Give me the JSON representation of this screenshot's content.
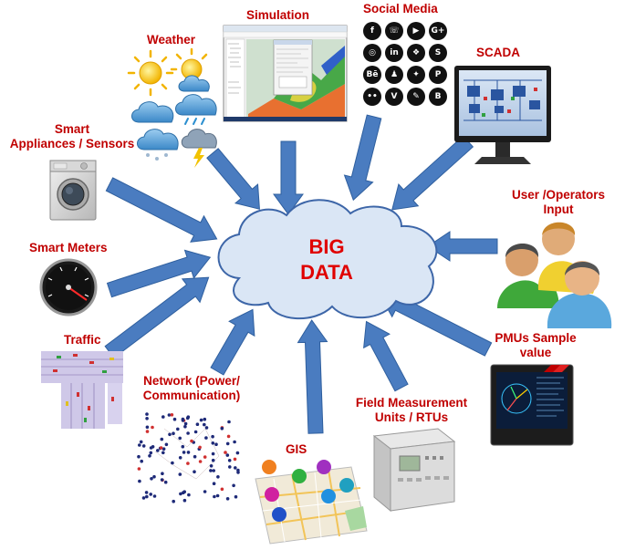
{
  "center": {
    "line1": "BIG",
    "line2": "DATA"
  },
  "sources": {
    "simulation": "Simulation",
    "social_media": "Social Media",
    "weather": "Weather",
    "scada": "SCADA",
    "smart_appliances": [
      "Smart",
      "Appliances / Sensors"
    ],
    "user_operators": [
      "User /Operators",
      "Input"
    ],
    "smart_meters": "Smart Meters",
    "pmus": [
      "PMUs Sample",
      "value"
    ],
    "traffic": "Traffic",
    "network": [
      "Network (Power/",
      "Communication)"
    ],
    "field_measurement": [
      "Field Measurement",
      "Units / RTUs"
    ],
    "gis": "GIS"
  },
  "social_icons": [
    {
      "name": "facebook-icon",
      "glyph": "f"
    },
    {
      "name": "whatsapp-icon",
      "glyph": "☏"
    },
    {
      "name": "youtube-icon",
      "glyph": "▶"
    },
    {
      "name": "googleplus-icon",
      "glyph": "G+"
    },
    {
      "name": "instagram-icon",
      "glyph": "◎"
    },
    {
      "name": "linkedin-icon",
      "glyph": "in"
    },
    {
      "name": "dropbox-icon",
      "glyph": "❖"
    },
    {
      "name": "skype-icon",
      "glyph": "S"
    },
    {
      "name": "behance-icon",
      "glyph": "Bē"
    },
    {
      "name": "snapchat-icon",
      "glyph": "♟"
    },
    {
      "name": "twitter-icon",
      "glyph": "✦"
    },
    {
      "name": "pinterest-icon",
      "glyph": "P"
    },
    {
      "name": "flickr-icon",
      "glyph": "••"
    },
    {
      "name": "vimeo-icon",
      "glyph": "V"
    },
    {
      "name": "evernote-icon",
      "glyph": "✎"
    },
    {
      "name": "blogger-icon",
      "glyph": "B"
    }
  ],
  "colors": {
    "label": "#c00000",
    "bigdata": "#e00000",
    "arrow": "#4a7cc0",
    "arrow_edge": "#2f5f9e",
    "cloud": "#dae6f5",
    "cloud_edge": "#3d66a8"
  }
}
